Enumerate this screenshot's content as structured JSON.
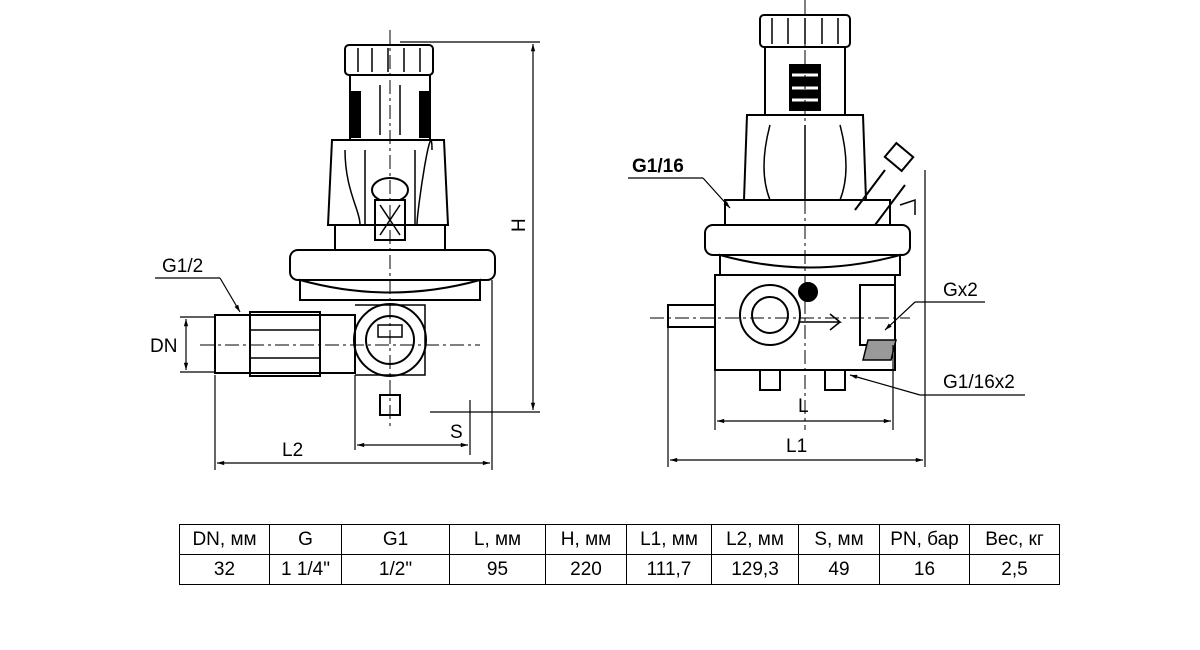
{
  "labels": {
    "left_thread": "G1/2",
    "dn": "DN",
    "l2": "L2",
    "s": "S",
    "h": "H",
    "top_thread": "G1/16",
    "side_thread": "Gx2",
    "bottom_thread": "G1/16x2",
    "l": "L",
    "l1": "L1"
  },
  "table": {
    "headers": [
      "DN, мм",
      "G",
      "G1",
      "L, мм",
      "H, мм",
      "L1, мм",
      "L2, мм",
      "S, мм",
      "PN, бар",
      "Вес, кг"
    ],
    "values": [
      "32",
      "1 1/4\"",
      "1/2\"",
      "95",
      "220",
      "111,7",
      "129,3",
      "49",
      "16",
      "2,5"
    ]
  }
}
